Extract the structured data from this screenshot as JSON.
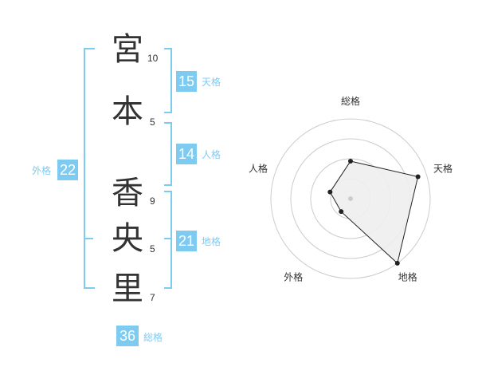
{
  "name": {
    "characters": [
      {
        "char": "宮",
        "strokes": "10"
      },
      {
        "char": "本",
        "strokes": "5"
      },
      {
        "char": "香",
        "strokes": "9"
      },
      {
        "char": "央",
        "strokes": "5"
      },
      {
        "char": "里",
        "strokes": "7"
      }
    ]
  },
  "scores": {
    "tenkaku": {
      "value": "15",
      "label": "天格"
    },
    "jinkaku": {
      "value": "14",
      "label": "人格"
    },
    "chikaku": {
      "value": "21",
      "label": "地格"
    },
    "gaikaku": {
      "value": "22",
      "label": "外格"
    },
    "soukaku": {
      "value": "36",
      "label": "総格"
    }
  },
  "colors": {
    "accent": "#7ecbf2",
    "text": "#333333",
    "ring": "#cccccc",
    "fill": "#eeeeee"
  },
  "chart_data": {
    "type": "radar",
    "axes": [
      "総格",
      "天格",
      "地格",
      "外格",
      "人格"
    ],
    "values": [
      0.47,
      0.89,
      1.0,
      0.2,
      0.27
    ],
    "rings": 4
  }
}
